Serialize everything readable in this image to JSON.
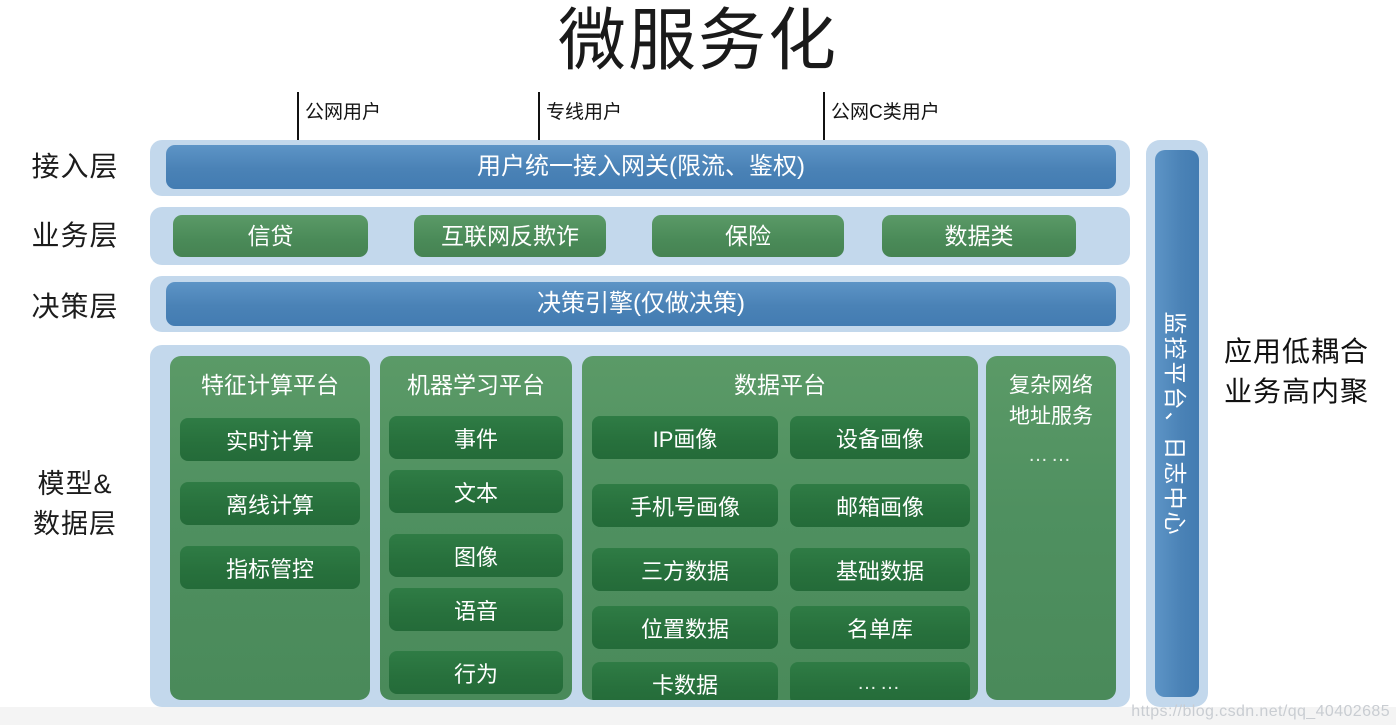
{
  "title": "微服务化",
  "watermark": "https://blog.csdn.net/qq_40402685",
  "colors": {
    "band_blue": "#c3d8ec",
    "pill_blue": "#4a82b6",
    "pill_green": "#4a8a58",
    "tile_green_dark": "#27703c",
    "text_dark": "#141414"
  },
  "entry_arrows": [
    {
      "label": "公网用户"
    },
    {
      "label": "专线用户"
    },
    {
      "label": "公网C类用户"
    }
  ],
  "layers": [
    {
      "label": "接入层"
    },
    {
      "label": "业务层"
    },
    {
      "label": "决策层"
    },
    {
      "label_line1": "模型&",
      "label_line2": "数据层"
    }
  ],
  "access_layer": {
    "gateway_label": "用户统一接入网关(限流、鉴权)"
  },
  "business_layer": {
    "items": [
      {
        "label": "信贷"
      },
      {
        "label": "互联网反欺诈"
      },
      {
        "label": "保险"
      },
      {
        "label": "数据类"
      }
    ]
  },
  "decision_layer": {
    "engine_label": "决策引擎(仅做决策)"
  },
  "model_data_layer": {
    "platforms": [
      {
        "title": "特征计算平台",
        "columns": [
          {
            "tiles": [
              "实时计算",
              "离线计算",
              "指标管控"
            ]
          }
        ]
      },
      {
        "title": "机器学习平台",
        "columns": [
          {
            "tiles": [
              "事件",
              "文本",
              "图像",
              "语音",
              "行为"
            ]
          }
        ]
      },
      {
        "title": "数据平台",
        "columns": [
          {
            "tiles": [
              "IP画像",
              "手机号画像",
              "三方数据",
              "位置数据",
              "卡数据"
            ]
          },
          {
            "tiles": [
              "设备画像",
              "邮箱画像",
              "基础数据",
              "名单库",
              "……"
            ]
          }
        ]
      },
      {
        "title_line1": "复杂网络",
        "title_line2": "地址服务",
        "title_line3": "……",
        "columns": []
      }
    ]
  },
  "monitoring_bar": {
    "label": "监控平台、日志中心"
  },
  "side_note": {
    "line1": "应用低耦合",
    "line2": "业务高内聚"
  }
}
